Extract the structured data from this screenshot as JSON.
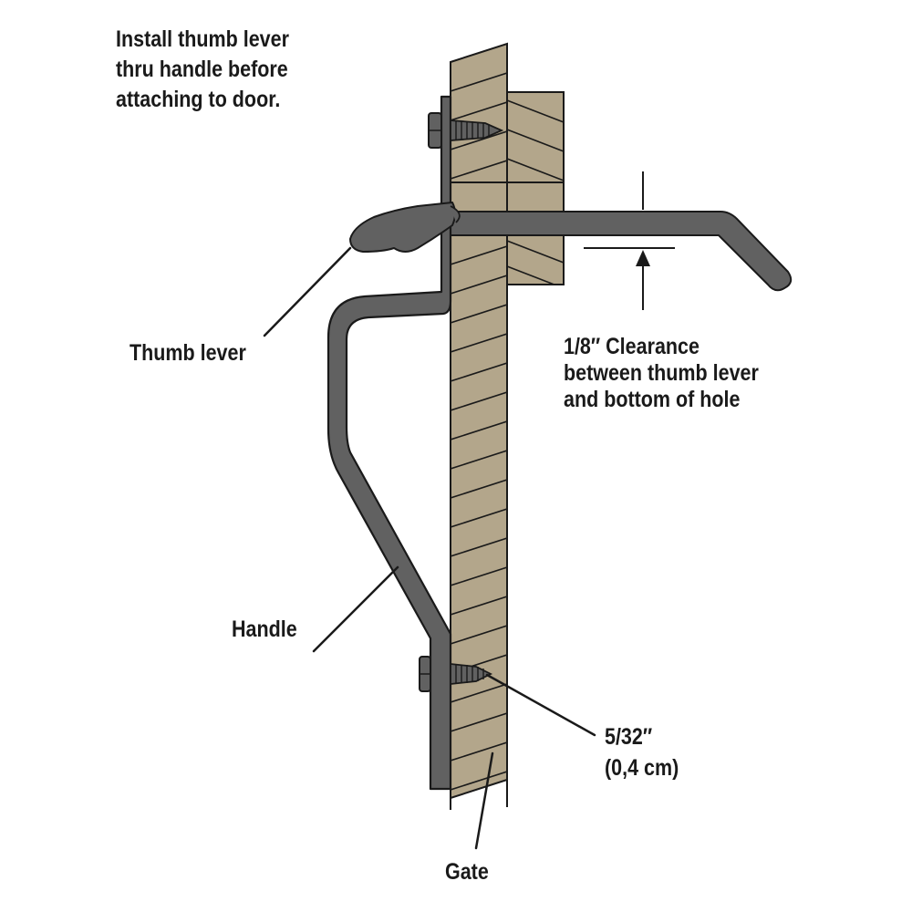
{
  "instruction": {
    "lines": [
      "Install thumb lever",
      "thru handle before",
      "attaching to door."
    ]
  },
  "labels": {
    "thumb_lever": "Thumb lever",
    "handle": "Handle",
    "gate": "Gate"
  },
  "clearance": {
    "lines": [
      "1/8″ Clearance",
      "between thumb lever",
      "and bottom of hole"
    ]
  },
  "screw_size": {
    "lines": [
      "5/32″",
      "(0,4 cm)"
    ]
  },
  "colors": {
    "wood": "#b3a68b",
    "metal": "#616161",
    "outline": "#1a1a1a",
    "text": "#1a1a1a"
  }
}
